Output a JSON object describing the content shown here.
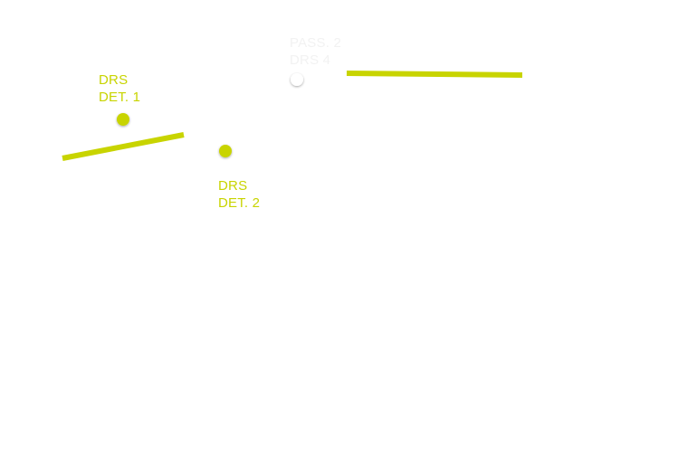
{
  "colors": {
    "drs": "#c8d400",
    "drs_zone": "#c8d400",
    "pass_marker": "#ffffff",
    "pass_label": "#f2f2f2",
    "background": "#ffffff"
  },
  "markers": {
    "det1": {
      "line1": "DRS",
      "line2": "DET. 1",
      "icon": "drs-detection-dot"
    },
    "det2": {
      "line1": "DRS",
      "line2": "DET. 2",
      "icon": "drs-detection-dot"
    },
    "pass": {
      "line1": "PASS. 2",
      "line2": "DRS 4",
      "icon": "passing-point-dot"
    }
  },
  "zones": [
    {
      "name": "drs-zone-left"
    },
    {
      "name": "drs-zone-right"
    }
  ]
}
